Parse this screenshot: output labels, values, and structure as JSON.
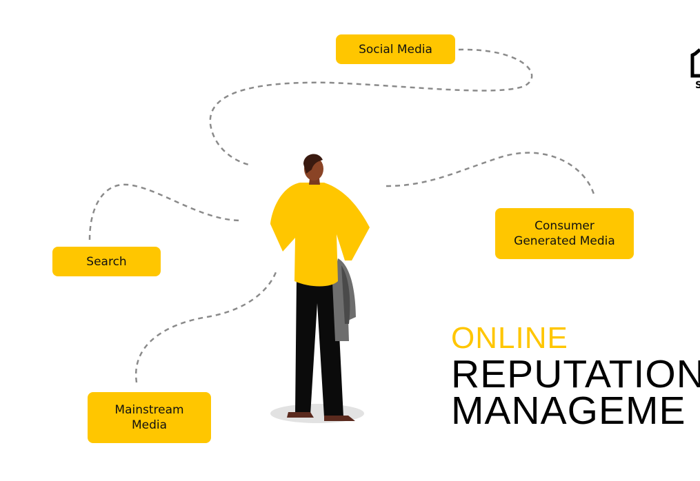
{
  "nodes": {
    "social": "Social Media",
    "consumer_line1": "Consumer",
    "consumer_line2": "Generated Media",
    "search": "Search",
    "mainstream_line1": "Mainstream",
    "mainstream_line2": "Media"
  },
  "title": {
    "line1": "ONLINE",
    "line2": "REPUTATION",
    "line3": "MANAGEME"
  },
  "colors": {
    "accent": "#FFC600",
    "text": "#000000",
    "dash": "#888888"
  }
}
